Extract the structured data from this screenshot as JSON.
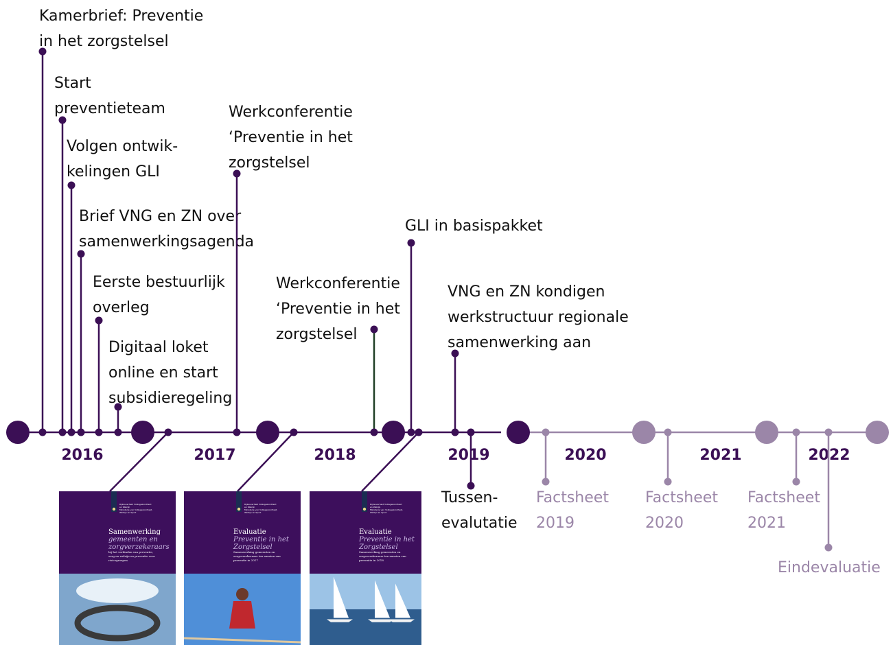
{
  "colors": {
    "dark": "#3b0f55",
    "light": "#9b86a8",
    "green": "#1f3f25",
    "cover_bg": "#3d0f5c"
  },
  "years": [
    "2016",
    "2017",
    "2018",
    "2019",
    "2020",
    "2021",
    "2022"
  ],
  "events": [
    {
      "lines": [
        "Kamerbrief: Preventie",
        "in het zorgstelsel"
      ]
    },
    {
      "lines": [
        "Start",
        "preventieteam"
      ]
    },
    {
      "lines": [
        "Volgen ontwik-",
        "kelingen GLI"
      ]
    },
    {
      "lines": [
        "Brief VNG en ZN over",
        "samenwerkingsagenda"
      ]
    },
    {
      "lines": [
        "Eerste bestuurlijk",
        "overleg"
      ]
    },
    {
      "lines": [
        "Digitaal loket",
        "online en start",
        "subsidieregeling"
      ]
    },
    {
      "lines": [
        "Werkconferentie",
        "‘Preventie in het",
        "zorgstelsel"
      ]
    },
    {
      "lines": [
        "Werkconferentie",
        "‘Preventie in het",
        "zorgstelsel"
      ]
    },
    {
      "lines": [
        "GLI in basispakket"
      ]
    },
    {
      "lines": [
        "VNG en ZN kondigen",
        "werkstructuur regionale",
        "samenwerking aan"
      ]
    },
    {
      "lines": [
        "Tussen-",
        "evalutatie"
      ]
    },
    {
      "lines": [
        "Factsheet",
        "2019"
      ]
    },
    {
      "lines": [
        "Factsheet",
        "2020"
      ]
    },
    {
      "lines": [
        "Factsheet",
        "2021"
      ]
    },
    {
      "lines": [
        "Eindevaluatie"
      ]
    }
  ],
  "covers": [
    {
      "org": [
        "Rijksoverheid Volksgezondheid",
        "en Welzijn",
        "Ministerie van Volksgezondheid,",
        "Welzijn en Sport"
      ],
      "title": "Samenwerking",
      "subtitle": [
        "gemeenten en",
        "zorgverzekeraars"
      ],
      "body": [
        "bij het verbinden van preventie,",
        "zorg en welzijn en preventie voor",
        "risicogroepen"
      ],
      "photo": "sky"
    },
    {
      "org": [
        "Rijksoverheid Volksgezondheid",
        "en Welzijn",
        "Ministerie van Volksgezondheid,",
        "Welzijn en Sport"
      ],
      "title": "Evaluatie",
      "subtitle": [
        "Preventie in het",
        "Zorgstelsel"
      ],
      "body": [
        "Samenwerking gemeenten en",
        "zorgverzekeraars ten aanzien van",
        "preventie in 2017"
      ],
      "photo": "balance"
    },
    {
      "org": [
        "Rijksoverheid Volksgezondheid",
        "en Welzijn",
        "Ministerie van Volksgezondheid,",
        "Welzijn en Sport"
      ],
      "title": "Evaluatie",
      "subtitle": [
        "Preventie in het",
        "Zorgstelsel"
      ],
      "body": [
        "Samenwerking gemeenten en",
        "zorgverzekeraars ten aanzien van",
        "preventie in 2018"
      ],
      "photo": "sailing"
    }
  ]
}
